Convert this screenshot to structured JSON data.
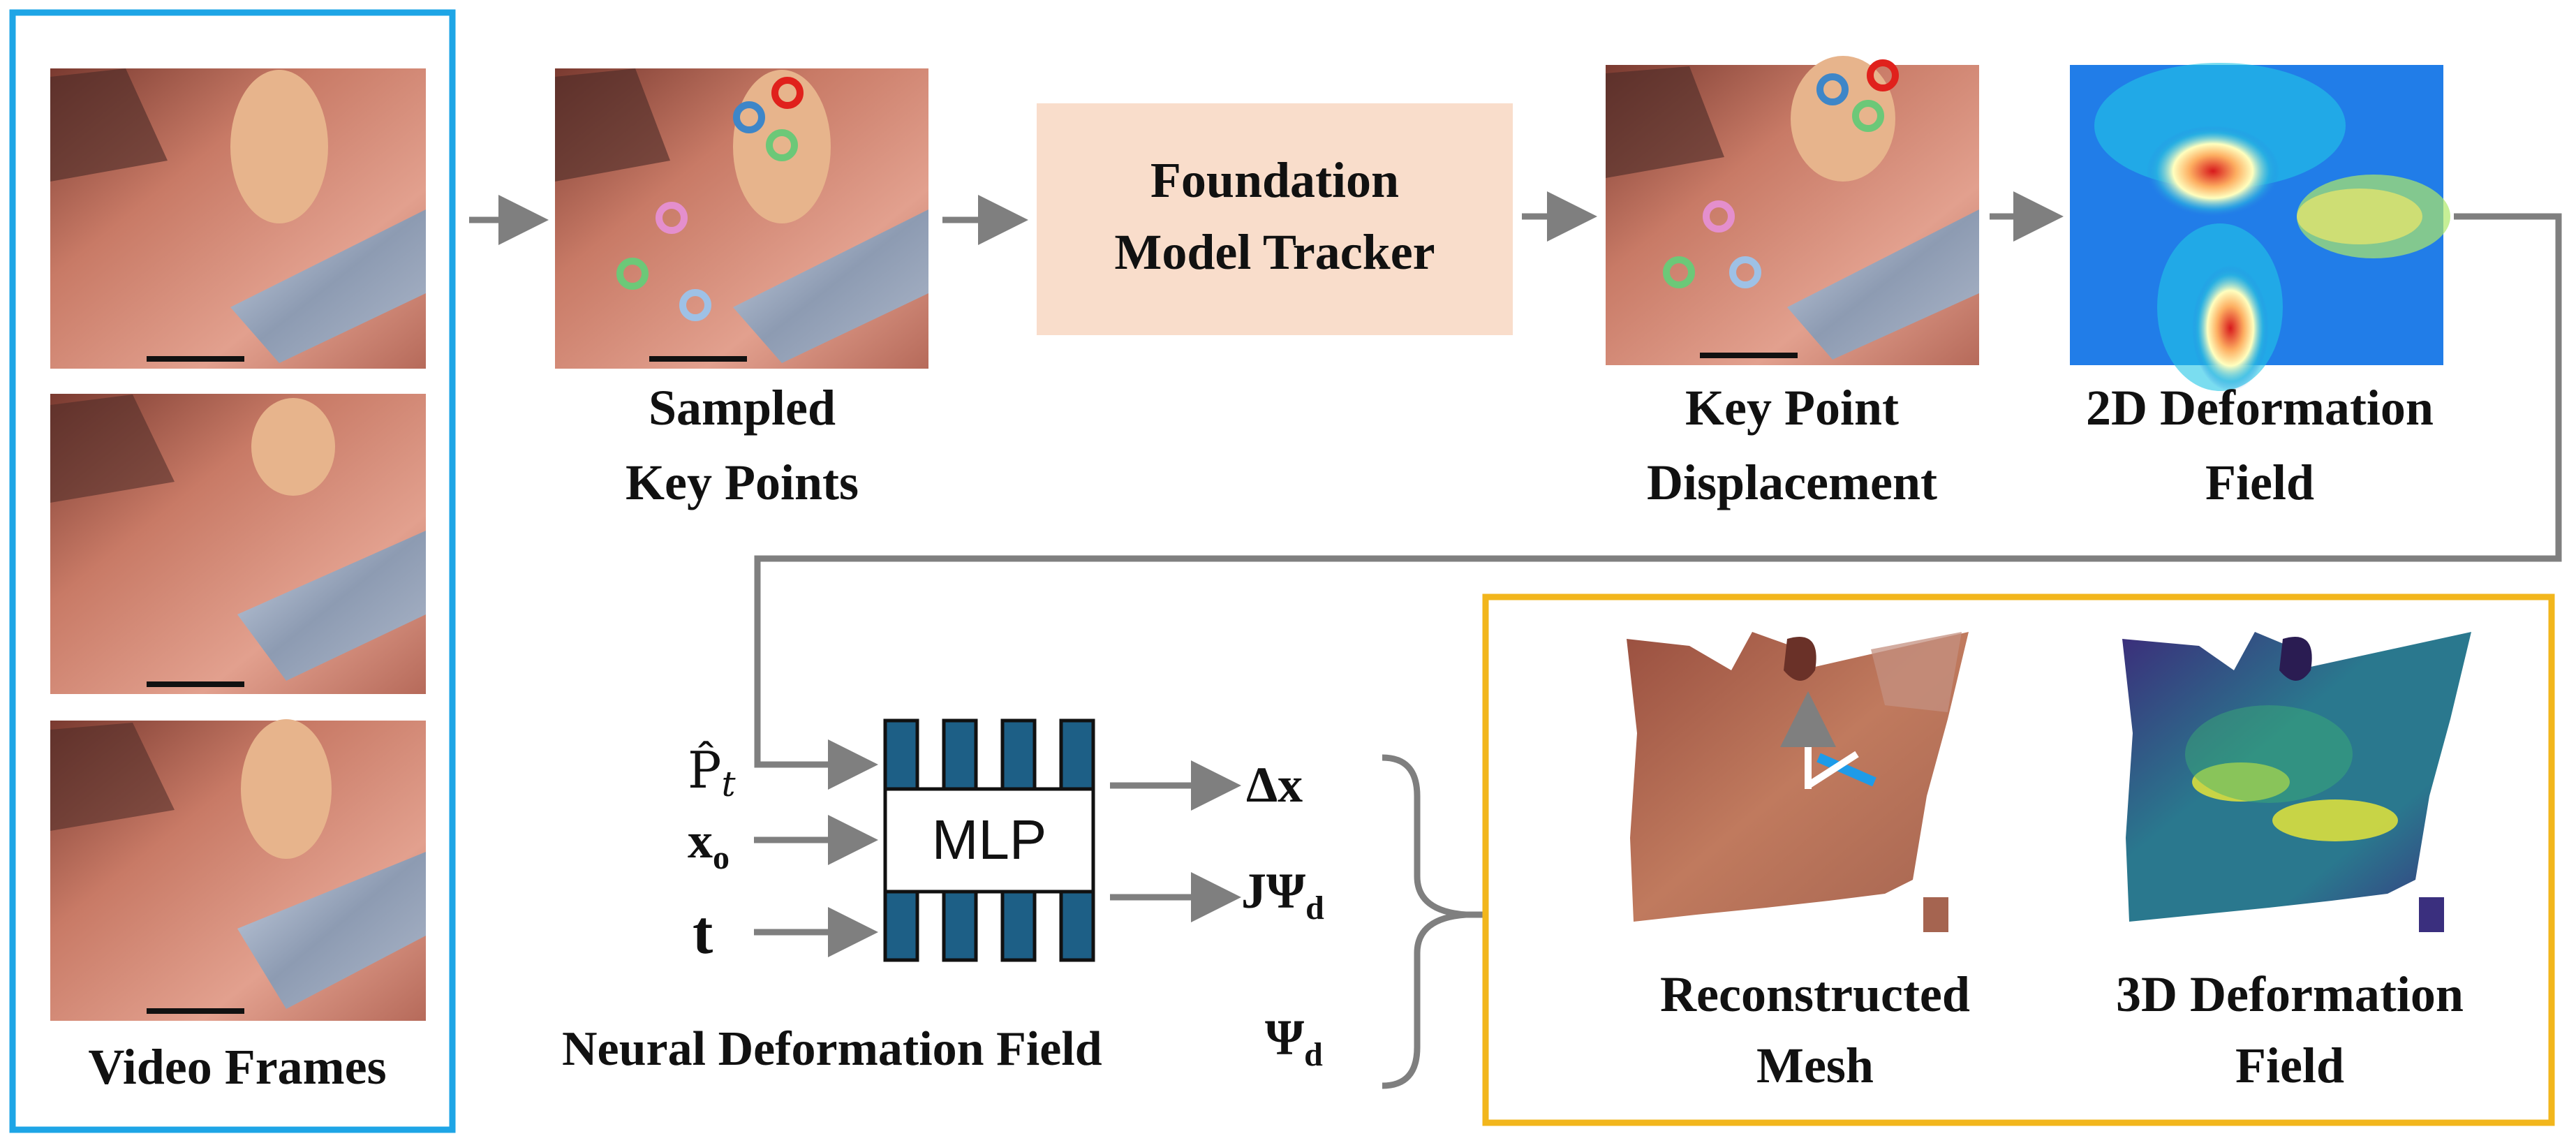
{
  "colors": {
    "video_frames_border": "#1EA5E6",
    "output_border": "#F2B61C",
    "tracker_fill": "#F9DDCB",
    "arrow": "#7F7F7F",
    "mlp_bar": "#1D5F86",
    "keypoint_red": "#E0211C",
    "keypoint_blue": "#3E86C8",
    "keypoint_green": "#6CC878",
    "keypoint_pink": "#E48FCD",
    "keypoint_lightblue": "#9EC1E6"
  },
  "video_frames": {
    "label": "Video Frames",
    "frame_count": 3
  },
  "sampled_keypoints": {
    "label_line1": "Sampled",
    "label_line2": "Key Points"
  },
  "tracker": {
    "line1": "Foundation",
    "line2": "Model Tracker"
  },
  "displacement": {
    "label_line1": "Key Point",
    "label_line2": "Displacement"
  },
  "field2d": {
    "label_line1": "2D Deformation",
    "label_line2": "Field"
  },
  "mlp": {
    "label": "MLP",
    "inputs": {
      "p_hat": "P̂",
      "p_sub": "t",
      "x": "x",
      "x_sub": "o",
      "t": "t"
    },
    "outputs": {
      "dx": "Δx",
      "jpsi": "JΨ",
      "jpsi_sub": "d"
    }
  },
  "neural_field": {
    "label": "Neural Deformation Field",
    "psi": "Ψ",
    "psi_sub": "d"
  },
  "output": {
    "mesh_line1": "Reconstructed",
    "mesh_line2": "Mesh",
    "field3d_line1": "3D Deformation",
    "field3d_line2": "Field"
  }
}
